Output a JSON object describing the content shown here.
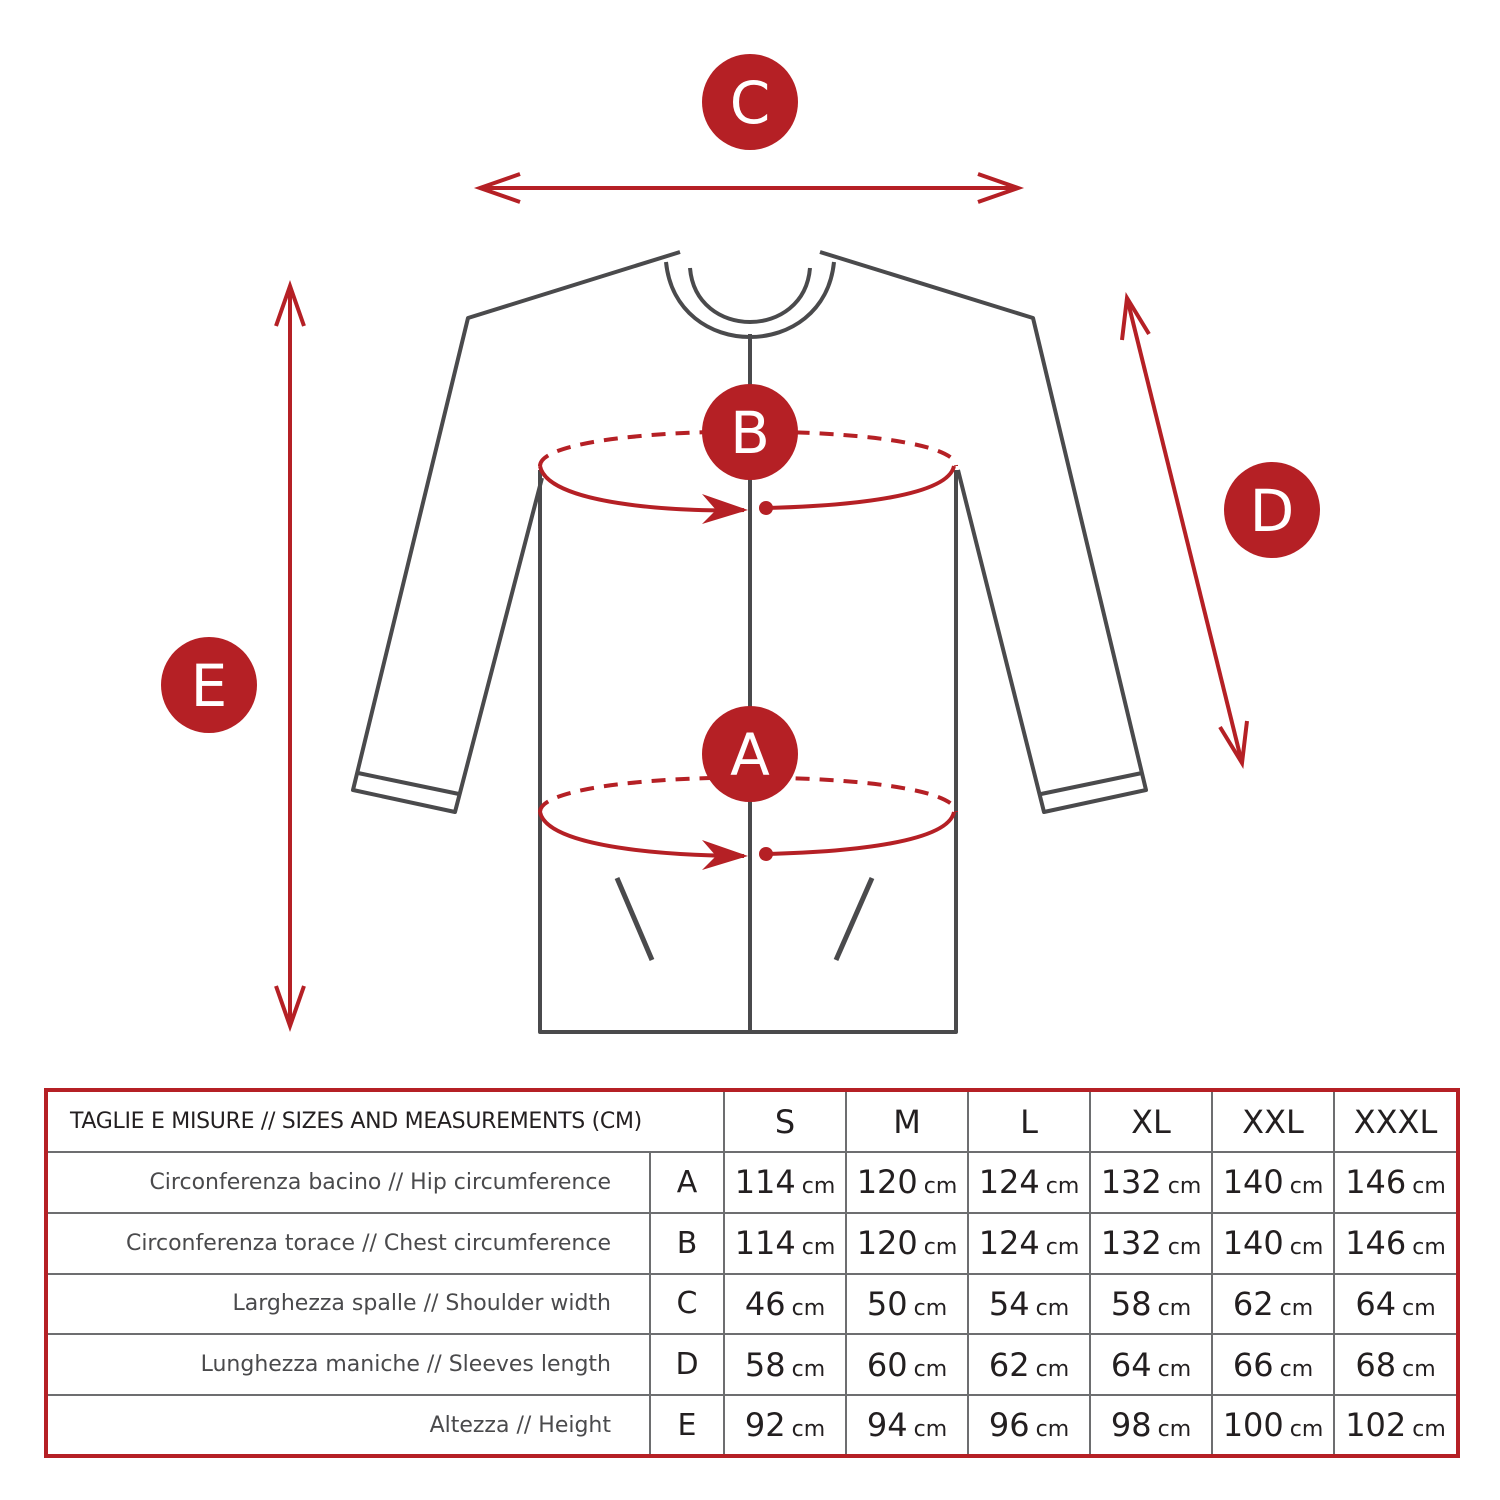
{
  "colors": {
    "accent": "#b52025",
    "garment": "#4a4a4c",
    "text": "#231f20"
  },
  "diagram": {
    "labels": {
      "a": "A",
      "b": "B",
      "c": "C",
      "d": "D",
      "e": "E"
    }
  },
  "table": {
    "title": "TAGLIE E MISURE  //  SIZES AND MEASUREMENTS (CM)",
    "unit": "cm",
    "sizes": [
      "S",
      "M",
      "L",
      "XL",
      "XXL",
      "XXXL"
    ],
    "rows": [
      {
        "label": "Circonferenza bacino // Hip circumference",
        "letter": "A",
        "values": [
          "114",
          "120",
          "124",
          "132",
          "140",
          "146"
        ]
      },
      {
        "label": "Circonferenza torace // Chest circumference",
        "letter": "B",
        "values": [
          "114",
          "120",
          "124",
          "132",
          "140",
          "146"
        ]
      },
      {
        "label": "Larghezza spalle // Shoulder width",
        "letter": "C",
        "values": [
          "46",
          "50",
          "54",
          "58",
          "62",
          "64"
        ]
      },
      {
        "label": "Lunghezza maniche // Sleeves length",
        "letter": "D",
        "values": [
          "58",
          "60",
          "62",
          "64",
          "66",
          "68"
        ]
      },
      {
        "label": "Altezza // Height",
        "letter": "E",
        "values": [
          "92",
          "94",
          "96",
          "98",
          "100",
          "102"
        ]
      }
    ]
  }
}
